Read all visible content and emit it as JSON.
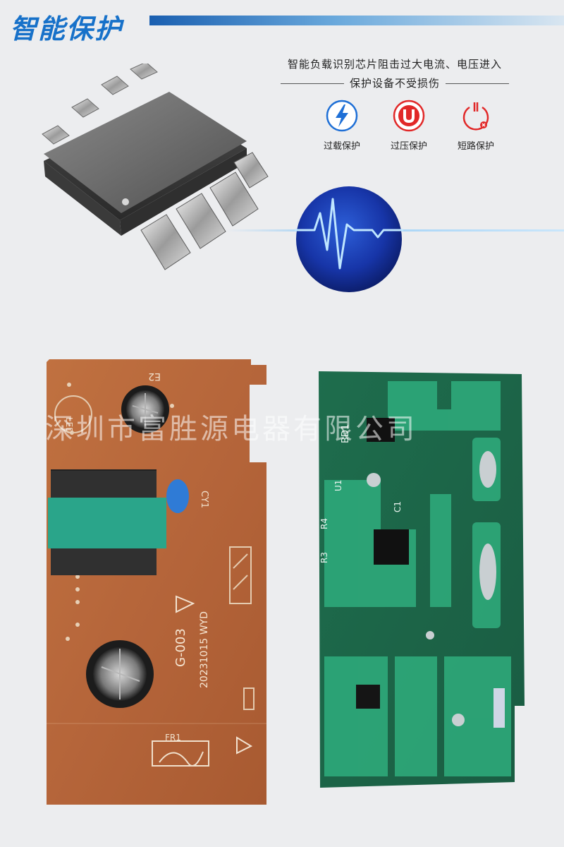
{
  "header": {
    "title": "智能保护"
  },
  "description": {
    "line1": "智能负载识别芯片阻击过大电流、电压进入",
    "line2": "保护设备不受损伤"
  },
  "features": [
    {
      "label": "过载保护",
      "icon": "lightning-icon",
      "color": "#1e6fd6"
    },
    {
      "label": "过压保护",
      "icon": "u-voltage-icon",
      "color": "#e12828"
    },
    {
      "label": "短路保护",
      "icon": "power-short-icon",
      "color": "#e12828"
    }
  ],
  "pcb_left": {
    "labels": {
      "e2": "E2",
      "led": "LED",
      "cy1": "CY1",
      "g003": "G-003",
      "date": "20231015 WYD",
      "fr1": "FR1"
    }
  },
  "pcb_right": {
    "labels": {
      "bd1": "BD1",
      "u1": "U1",
      "r4": "R4",
      "r3": "R3",
      "c1": "C1"
    }
  },
  "watermark": "深圳市富胜源电器有限公司",
  "colors": {
    "brand_blue": "#1771c9",
    "alert_red": "#e12828",
    "pcb_copper": "#b8683b",
    "pcb_green": "#1f8a5e"
  }
}
